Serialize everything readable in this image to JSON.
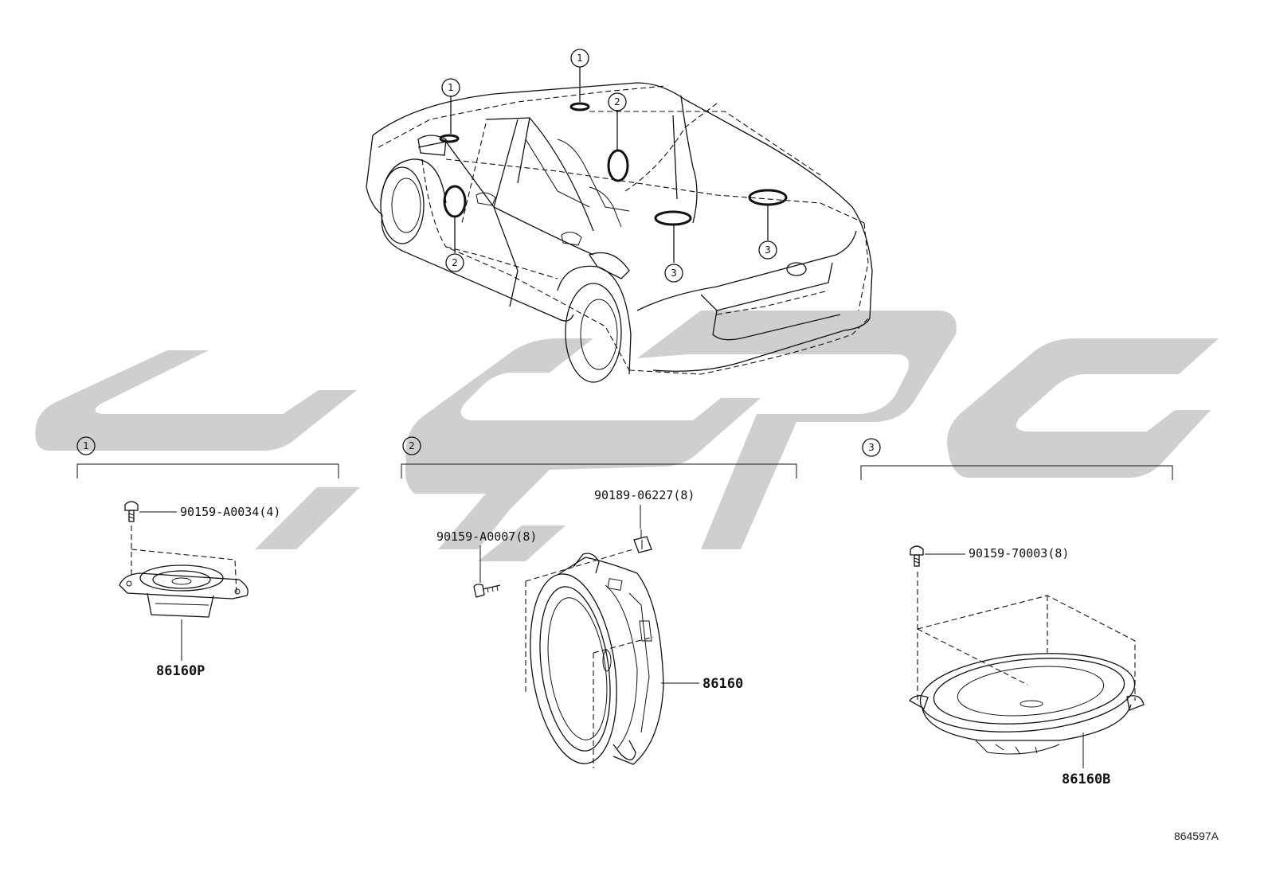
{
  "watermark": {
    "color": "#cfcfcf"
  },
  "callouts": {
    "c1": "1",
    "c2": "2",
    "c3": "3"
  },
  "groups": [
    {
      "id": "1",
      "fastener": "90159-A0034(4)",
      "part": "86160P"
    },
    {
      "id": "2",
      "fastener_a": "90189-06227(8)",
      "fastener_b": "90159-A0007(8)",
      "part": "86160"
    },
    {
      "id": "3",
      "fastener": "90159-70003(8)",
      "part": "86160B"
    }
  ],
  "reference": "864597A"
}
